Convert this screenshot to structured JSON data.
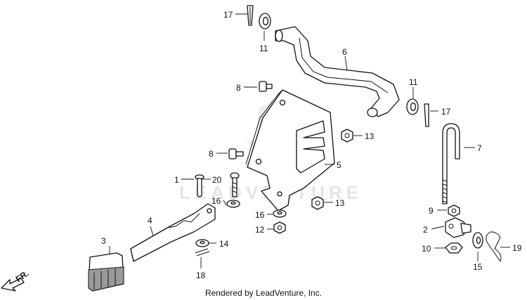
{
  "watermark": "LEADVENTURE",
  "credit": "Rendered by LeadVenture, Inc.",
  "direction": "FR.",
  "callouts": {
    "c17a": "17",
    "c11a": "11",
    "c6": "6",
    "c8a": "8",
    "c11b": "11",
    "c17b": "17",
    "c13a": "13",
    "c7": "7",
    "c8b": "8",
    "c5": "5",
    "c1": "1",
    "c20": "20",
    "c16a": "16",
    "c13b": "13",
    "c16b": "16",
    "c9": "9",
    "c12": "12",
    "c4": "4",
    "c2": "2",
    "c3": "3",
    "c14": "14",
    "c10": "10",
    "c19": "19",
    "c15": "15",
    "c18": "18"
  }
}
